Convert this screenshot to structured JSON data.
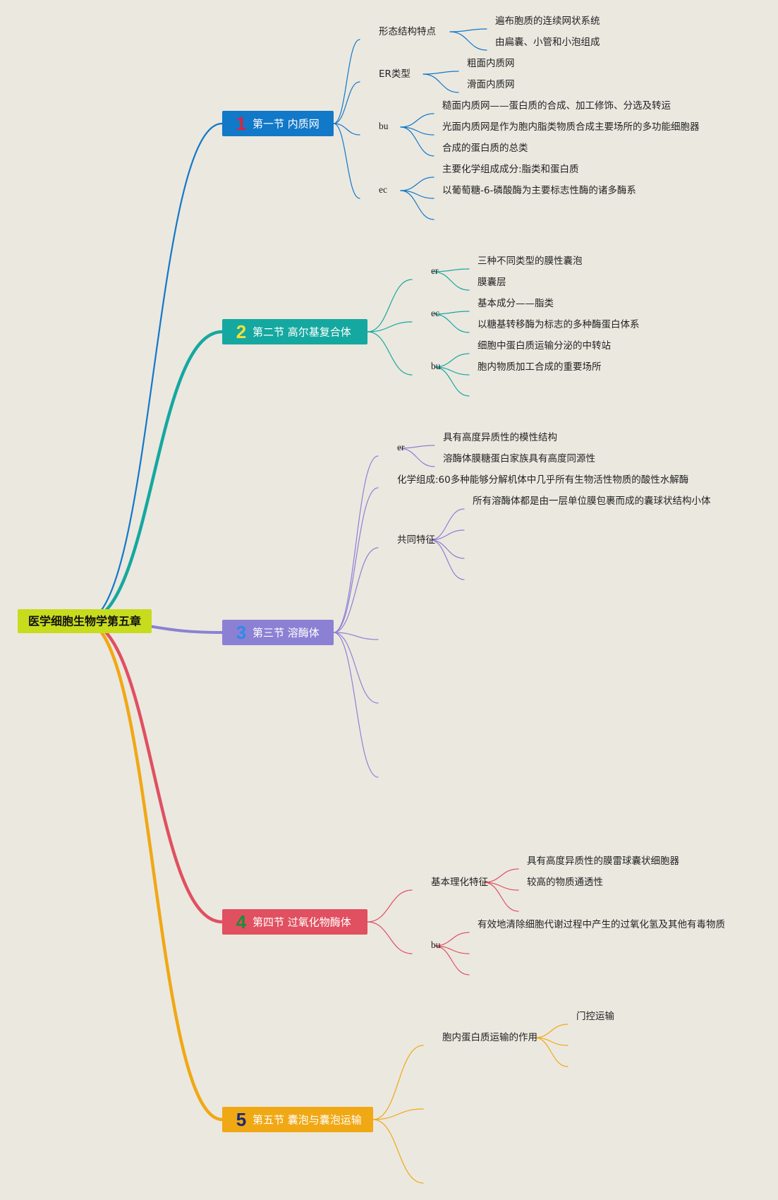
{
  "root": {
    "label": "医学细胞生物学第五章",
    "color": "#c8dc1e"
  },
  "sections": [
    {
      "num": "1",
      "label": "第一节 内质网",
      "color": "#1278c8",
      "num_color": "#e0223c",
      "branches": [
        {
          "label": "形态结构特点",
          "items": [
            "遍布胞质的连续网状系统",
            "由扁囊、小管和小泡组成"
          ]
        },
        {
          "label": "ER类型",
          "items": [
            "粗面内质网",
            "滑面内质网"
          ]
        },
        {
          "label": "bu",
          "items": [
            "糙面内质网——蛋白质的合成、加工修饰、分选及转运",
            "光面内质网是作为胞内脂类物质合成主要场所的多功能细胞器",
            "合成的蛋白质的总类"
          ]
        },
        {
          "label": "ec",
          "items": [
            "主要化学组成成分:脂类和蛋白质",
            "以葡萄糖-6-磷酸酶为主要标志性酶的诸多酶系"
          ]
        }
      ]
    },
    {
      "num": "2",
      "label": "第二节 高尔基复合体",
      "color": "#15a8a0",
      "num_color": "#f2e03a",
      "branches": [
        {
          "label": "er",
          "items": [
            "三种不同类型的膜性囊泡",
            "膜囊层"
          ]
        },
        {
          "label": "ec",
          "items": [
            "基本成分——脂类",
            "以糖基转移酶为标志的多种酶蛋白体系"
          ]
        },
        {
          "label": "bu",
          "items": [
            "细胞中蛋白质运输分泌的中转站",
            "胞内物质加工合成的重要场所"
          ]
        }
      ]
    },
    {
      "num": "3",
      "label": "第三节 溶酶体",
      "color": "#8c80d4",
      "num_color": "#2c8ce6",
      "branches": [
        {
          "label": "er",
          "items": [
            "具有高度异质性的模性结构",
            "溶酶体膜糖蛋白家族具有高度同源性"
          ]
        },
        {
          "label": "化学组成:60多种能够分解机体中几乎所有生物活性物质的酸性水解酶",
          "items": []
        },
        {
          "label": "共同特征",
          "items": [
            "所有溶酶体都是由一层单位膜包裹而成的囊球状结构小体"
          ]
        }
      ]
    },
    {
      "num": "4",
      "label": "第四节 过氧化物酶体",
      "color": "#e05060",
      "num_color": "#1e8c3a",
      "branches": [
        {
          "label": "基本理化特征",
          "items": [
            "具有高度异质性的膜雷球囊状细胞器",
            "较高的物质通透性"
          ]
        },
        {
          "label": "bu",
          "items": [
            "有效地清除细胞代谢过程中产生的过氧化氢及其他有毒物质"
          ]
        }
      ]
    },
    {
      "num": "5",
      "label": "第五节 囊泡与囊泡运输",
      "color": "#f0a814",
      "num_color": "#182878",
      "branches": [
        {
          "label": "胞内蛋白质运输的作用",
          "items": [
            "门控运输"
          ]
        }
      ]
    }
  ]
}
